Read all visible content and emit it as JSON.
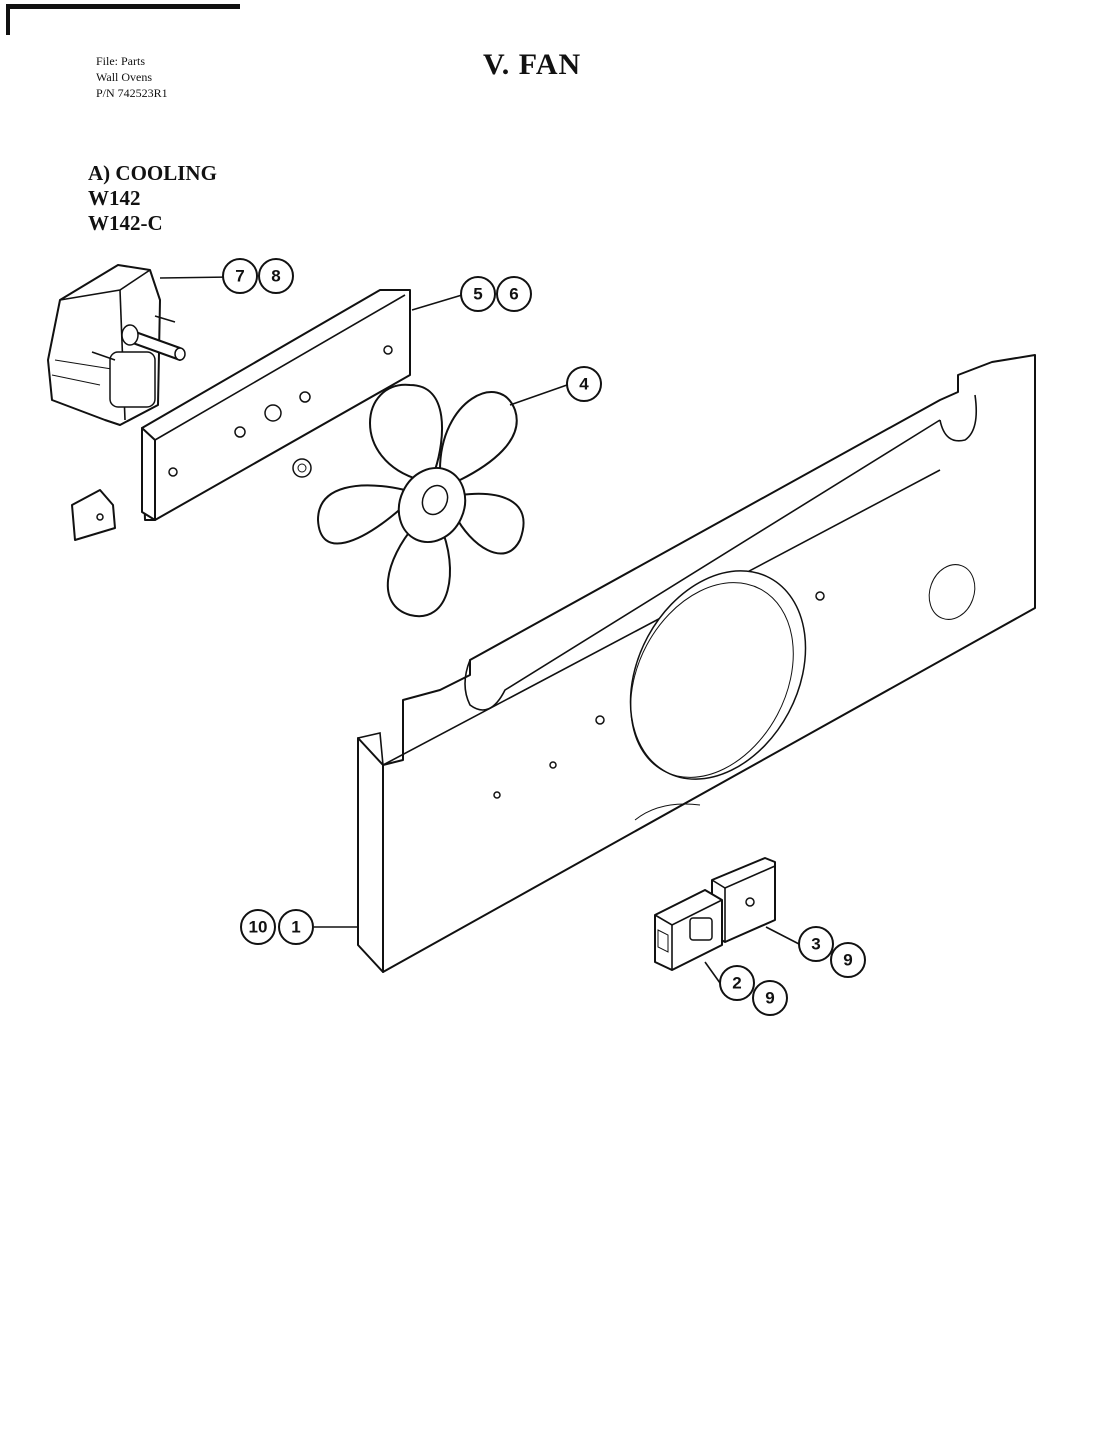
{
  "header": {
    "file_line": "File: Parts",
    "product_line": "Wall Ovens",
    "part_number_line": "P/N 742523R1",
    "title": "V. FAN"
  },
  "section": {
    "heading": "A) COOLING",
    "models": [
      "W142",
      "W142-C"
    ]
  },
  "callouts": {
    "motor": [
      "7",
      "8"
    ],
    "bracket": [
      "5",
      "6"
    ],
    "blade": [
      "4"
    ],
    "panel": [
      "10",
      "1"
    ],
    "switch_right": [
      "3",
      "9"
    ],
    "switch_left": [
      "2",
      "9"
    ]
  }
}
